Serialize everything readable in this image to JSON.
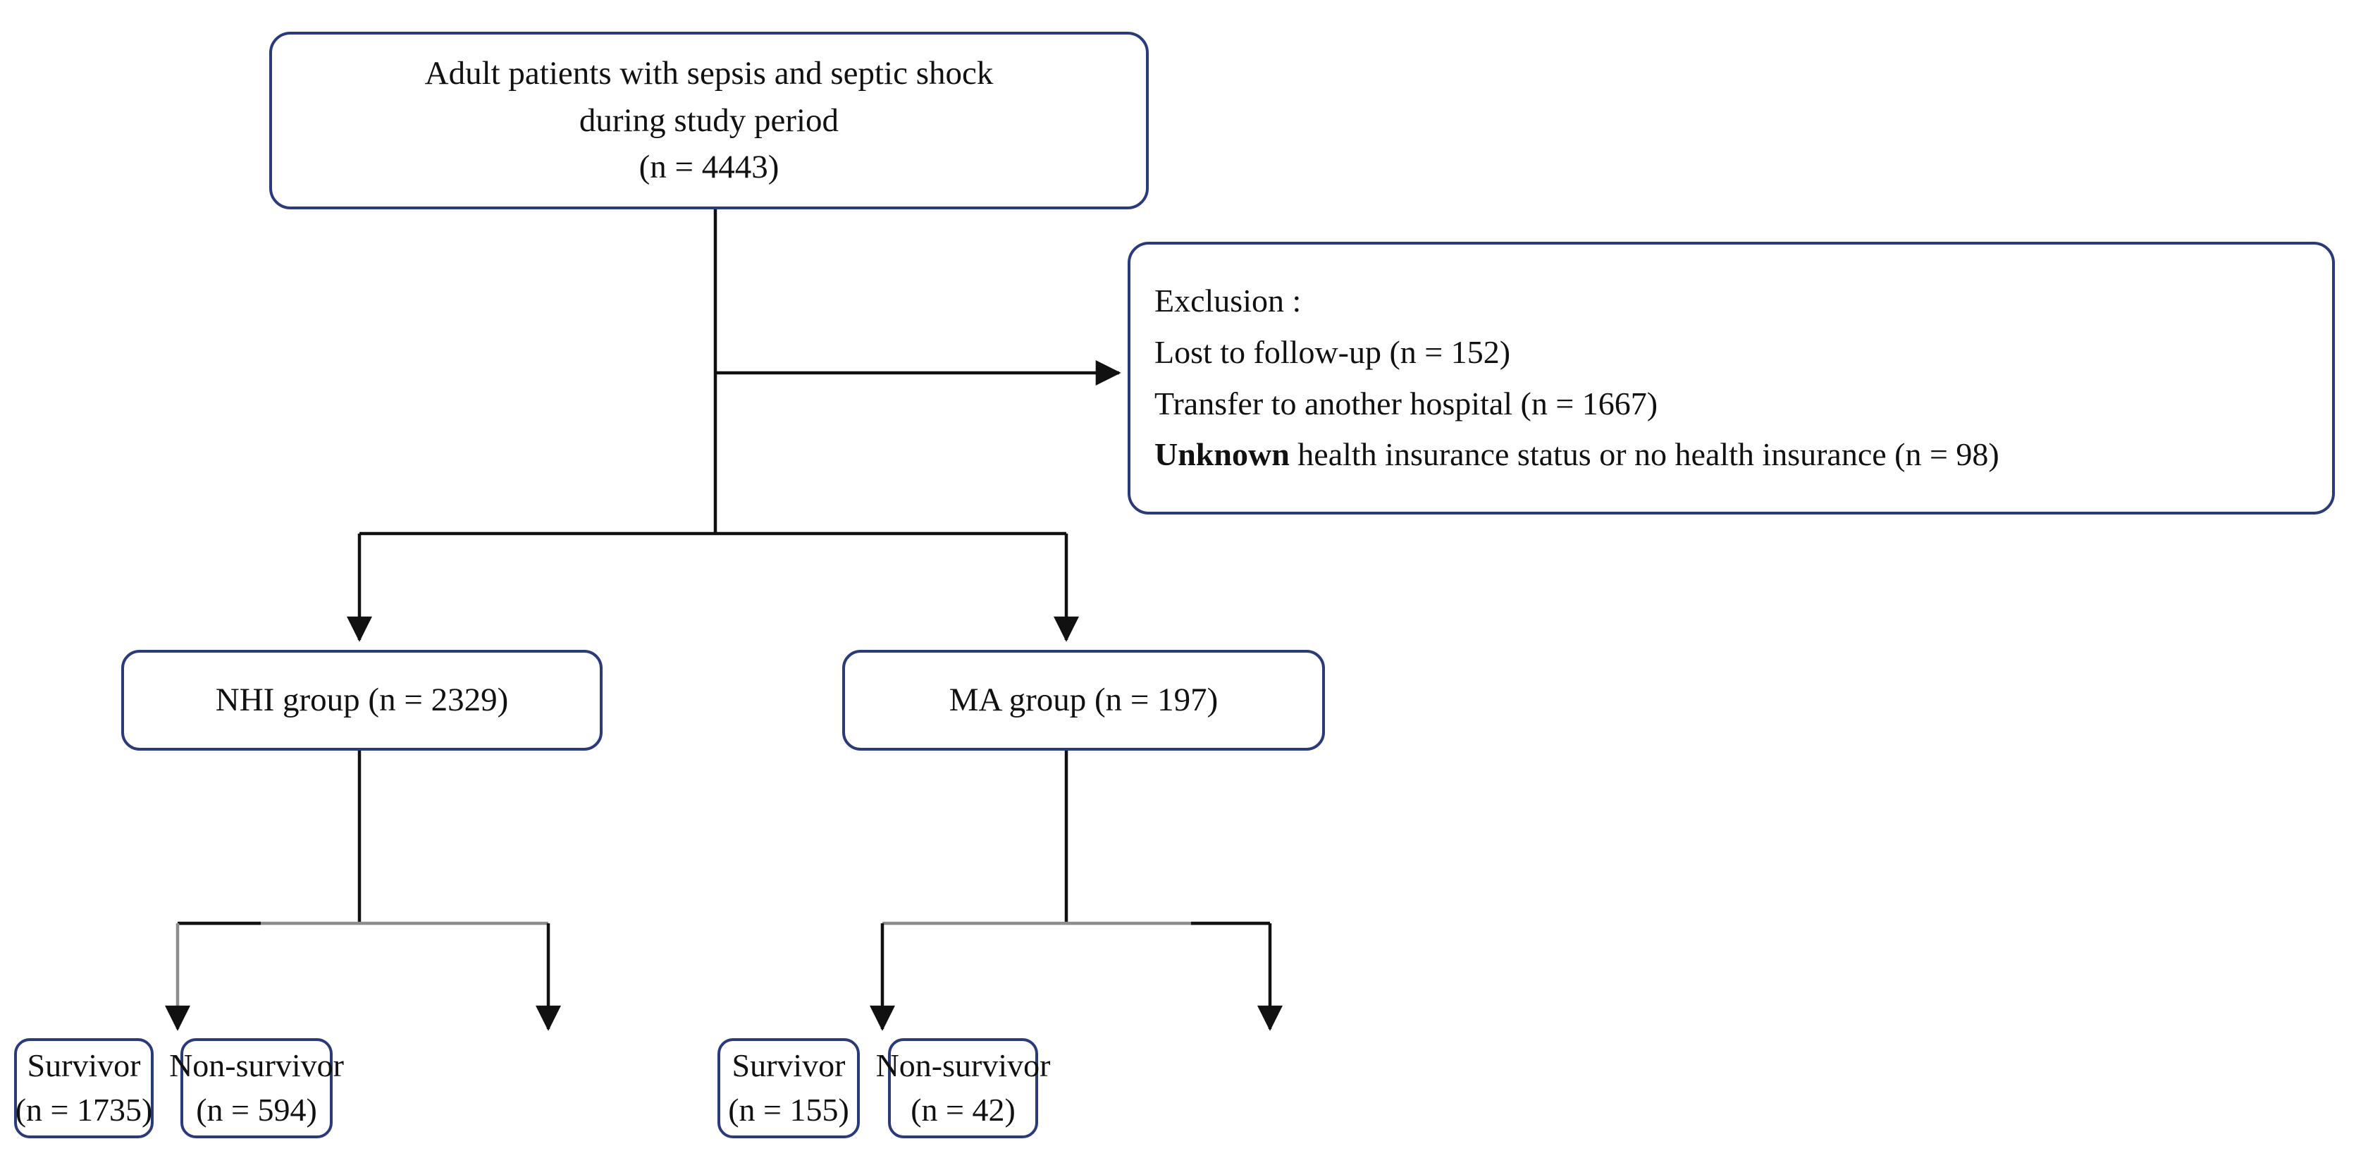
{
  "diagram": {
    "title": "Study population flow diagram",
    "colors": {
      "box_border": "#2a3a7a",
      "box_fill": "#ffffff",
      "connector": "#111111",
      "connector_light": "#9a9a9a",
      "text": "#111111"
    },
    "nodes": {
      "top": {
        "name": "enrollment-box",
        "lines": [
          "Adult patients with sepsis and septic shock",
          "during study period",
          "(n = 4443)"
        ],
        "n": 4443
      },
      "exclusion": {
        "name": "exclusion-box",
        "heading": "Exclusion :",
        "items": [
          {
            "label": "Lost to follow-up (n = 152)",
            "n": 152
          },
          {
            "label": "Transfer to another hospital (n = 1667)",
            "n": 1667
          },
          {
            "bold_prefix": "Unknown",
            "rest": " health insurance status or no health insurance (n = 98)",
            "n": 98
          }
        ]
      },
      "nhi_group": {
        "name": "nhi-group-box",
        "label": "NHI group (n = 2329)",
        "n": 2329
      },
      "ma_group": {
        "name": "ma-group-box",
        "label": "MA group (n = 197)",
        "n": 197
      },
      "nhi_survivor": {
        "name": "nhi-survivor-box",
        "lines": [
          "Survivor",
          "(n = 1735)"
        ],
        "n": 1735
      },
      "nhi_nonsurvivor": {
        "name": "nhi-non-survivor-box",
        "lines": [
          "Non-survivor",
          "(n = 594)"
        ],
        "n": 594
      },
      "ma_survivor": {
        "name": "ma-survivor-box",
        "lines": [
          "Survivor",
          "(n = 155)"
        ],
        "n": 155
      },
      "ma_nonsurvivor": {
        "name": "ma-non-survivor-box",
        "lines": [
          "Non-survivor",
          "(n = 42)"
        ],
        "n": 42
      }
    },
    "edges": [
      {
        "from": "top",
        "to": "exclusion",
        "arrow": true,
        "style": "elbow-right"
      },
      {
        "from": "top",
        "to": "nhi_group",
        "arrow": true,
        "style": "split-down"
      },
      {
        "from": "top",
        "to": "ma_group",
        "arrow": true,
        "style": "split-down"
      },
      {
        "from": "nhi_group",
        "to": "nhi_survivor",
        "arrow": true,
        "style": "split-down"
      },
      {
        "from": "nhi_group",
        "to": "nhi_nonsurvivor",
        "arrow": true,
        "style": "split-down"
      },
      {
        "from": "ma_group",
        "to": "ma_survivor",
        "arrow": true,
        "style": "split-down"
      },
      {
        "from": "ma_group",
        "to": "ma_nonsurvivor",
        "arrow": true,
        "style": "split-down"
      }
    ]
  }
}
